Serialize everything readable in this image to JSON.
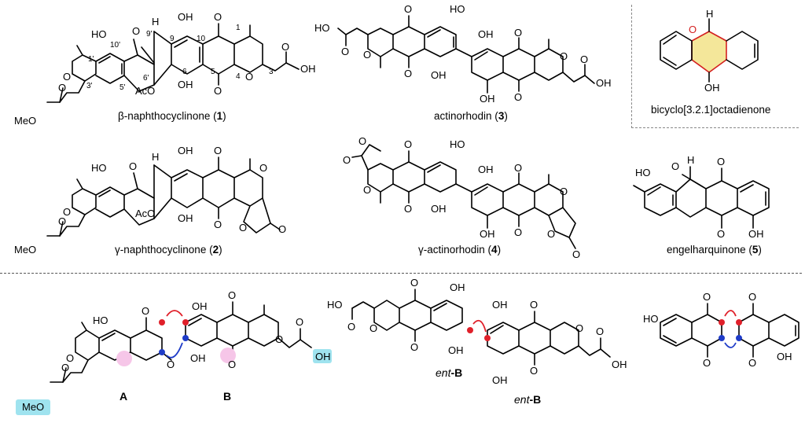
{
  "captions": {
    "c1_prefix": "β-naphthocyclinone (",
    "c1_num": "1",
    "c1_suffix": ")",
    "c2_prefix": "γ-naphthocyclinone (",
    "c2_num": "2",
    "c2_suffix": ")",
    "c3_prefix": "actinorhodin (",
    "c3_num": "3",
    "c3_suffix": ")",
    "c4_prefix": "γ-actinorhodin (",
    "c4_num": "4",
    "c4_suffix": ")",
    "c5_prefix": "engelharquinone (",
    "c5_num": "5",
    "c5_suffix": ")",
    "bicyclo": "bicyclo[3.2.1]octadienone"
  },
  "fragment_labels": {
    "A": "A",
    "B": "B",
    "entB1_prefix": "ent",
    "entB1_suffix": "-B",
    "entB2_prefix": "ent",
    "entB2_suffix": "-B"
  },
  "atoms": {
    "OH": "OH",
    "HO": "HO",
    "O": "O",
    "H": "H",
    "AcO": "AcO",
    "MeO": "MeO",
    "locants": [
      "1",
      "3",
      "4",
      "5",
      "6",
      "9",
      "10",
      "1'",
      "3'",
      "5'",
      "6'",
      "9'",
      "10'"
    ]
  },
  "colors": {
    "red_dot": "#e0202a",
    "blue_dot": "#1f3cc8",
    "pink_highlight": "#f6c6e8",
    "cyan_highlight": "#9fe3ef",
    "bicyclo_fill": "#f4e79a",
    "bicyclo_red": "#d42020"
  }
}
